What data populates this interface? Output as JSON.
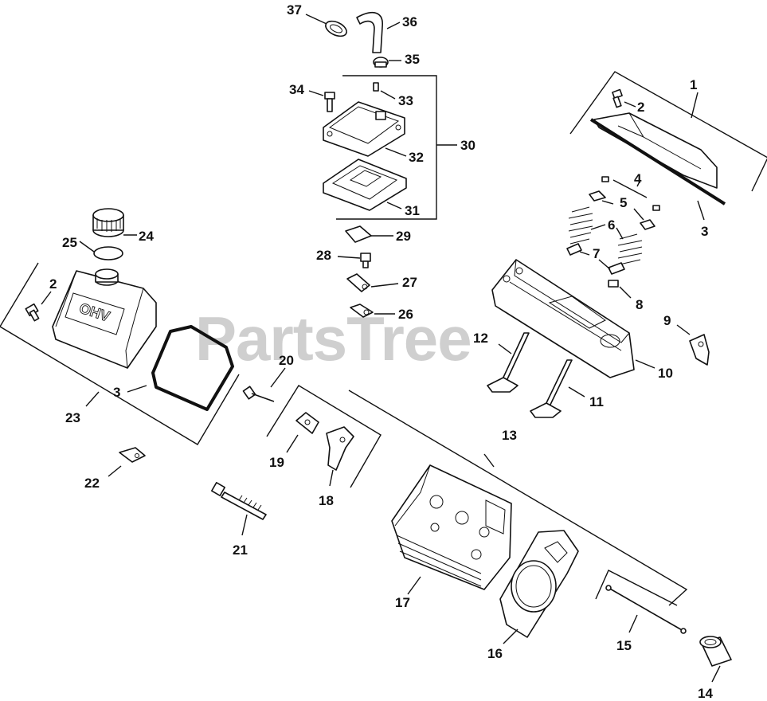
{
  "watermark": "PartsTree",
  "callouts": {
    "c37": "37",
    "c36": "36",
    "c35": "35",
    "c34": "34",
    "c33": "33",
    "c32": "32",
    "c31": "31",
    "c30": "30",
    "c29": "29",
    "c28": "28",
    "c27": "27",
    "c26": "26",
    "c25": "25",
    "c24": "24",
    "c23": "23",
    "c22": "22",
    "c21": "21",
    "c20": "20",
    "c19": "19",
    "c18": "18",
    "c17": "17",
    "c16": "16",
    "c15": "15",
    "c14": "14",
    "c13": "13",
    "c12": "12",
    "c11": "11",
    "c10": "10",
    "c9": "9",
    "c8": "8",
    "c7": "7",
    "c6": "6",
    "c5": "5",
    "c4": "4",
    "c3a": "3",
    "c3b": "3",
    "c2a": "2",
    "c2b": "2",
    "c1": "1"
  },
  "cover_emboss": "OHV"
}
